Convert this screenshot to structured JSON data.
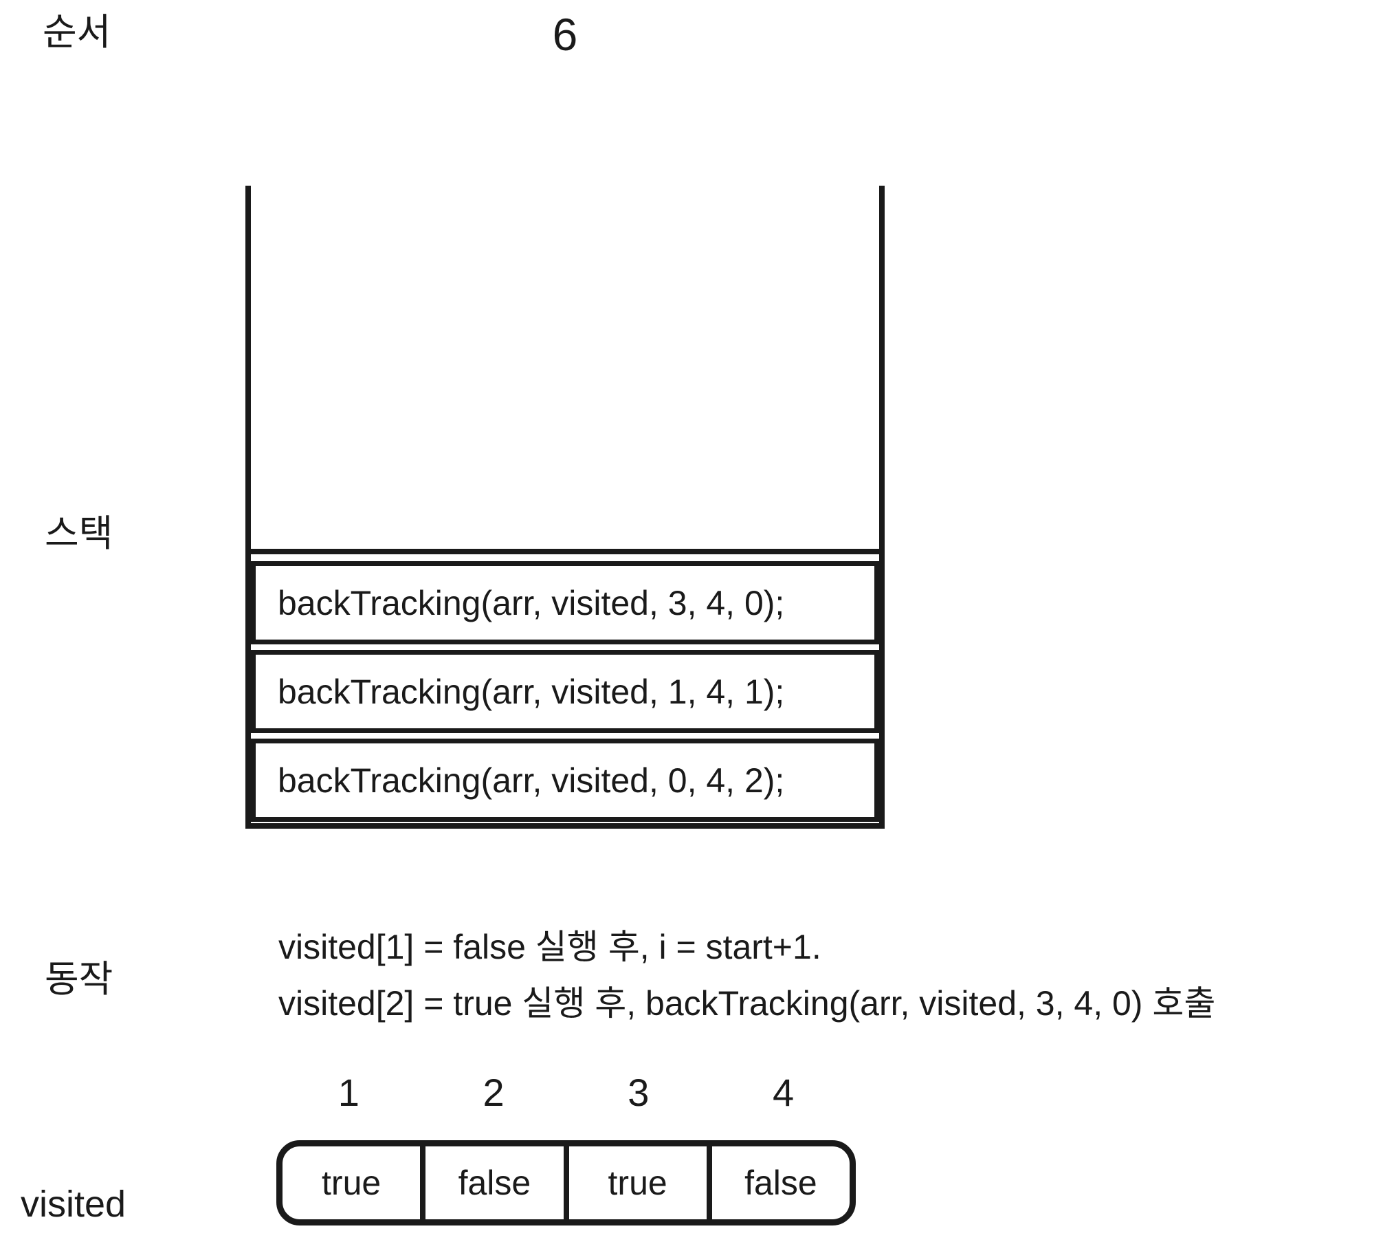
{
  "title": {
    "sequence_label": "순서",
    "step_number": "6"
  },
  "stack": {
    "label": "스택",
    "frames": [
      "backTracking(arr, visited, 3, 4, 0);",
      "backTracking(arr, visited, 1, 4, 1);",
      "backTracking(arr, visited, 0, 4, 2);"
    ]
  },
  "action": {
    "label": "동작",
    "lines": [
      "visited[1] = false 실행 후, i = start+1.",
      "visited[2] = true 실행 후, backTracking(arr, visited, 3, 4, 0) 호출"
    ]
  },
  "visited": {
    "label": "visited",
    "indices": [
      "1",
      "2",
      "3",
      "4"
    ],
    "values": [
      "true",
      "false",
      "true",
      "false"
    ]
  },
  "colors": {
    "ink": "#1a1a1a",
    "background": "#ffffff"
  }
}
